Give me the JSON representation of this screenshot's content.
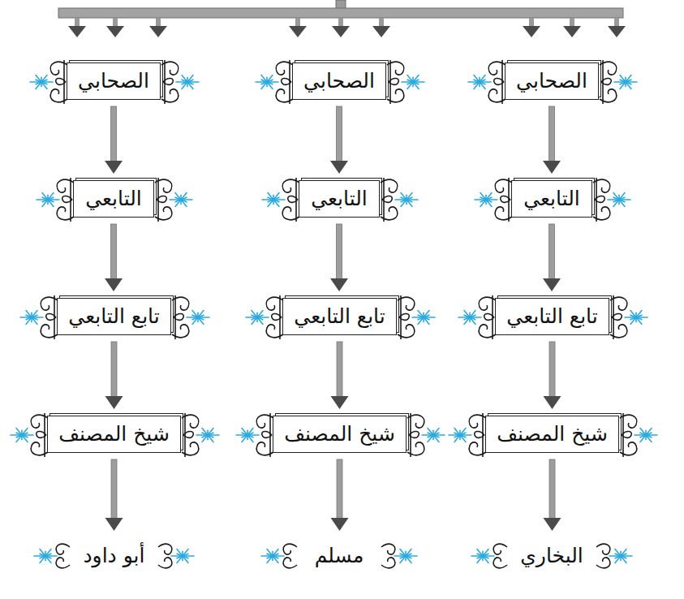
{
  "diagram": {
    "nodes": [
      {
        "text": [
          "الصحابي"
        ]
      },
      {
        "text": [
          "التابعي"
        ]
      },
      {
        "text": [
          "تابع التابعي"
        ]
      },
      {
        "text": [
          "شيخ المصنف"
        ]
      },
      {
        "text": [
          "البخاري"
        ]
      },
      {
        "text": [
          "الصحابي"
        ]
      },
      {
        "text": [
          "التابعي"
        ]
      },
      {
        "text": [
          "تابع التابعي"
        ]
      },
      {
        "text": [
          "شيخ المصنف"
        ]
      },
      {
        "text": [
          "مسلم"
        ]
      },
      {
        "text": [
          "الصحابي"
        ]
      },
      {
        "text": [
          "التابعي"
        ]
      },
      {
        "text": [
          "تابع التابعي"
        ]
      },
      {
        "text": [
          "شيخ المصنف"
        ]
      },
      {
        "text": [
          "أبو داود"
        ]
      }
    ],
    "edges": [
      {
        "from": 0,
        "to": 1,
        "arrow": "to"
      },
      {
        "from": 1,
        "to": 2,
        "arrow": "to"
      },
      {
        "from": 2,
        "to": 3,
        "arrow": "to"
      },
      {
        "from": 3,
        "to": 4,
        "arrow": "to"
      },
      {
        "from": 5,
        "to": 6,
        "arrow": "to"
      },
      {
        "from": 6,
        "to": 7,
        "arrow": "to"
      },
      {
        "from": 7,
        "to": 8,
        "arrow": "to"
      },
      {
        "from": 8,
        "to": 9,
        "arrow": "to"
      },
      {
        "from": 10,
        "to": 11,
        "arrow": "to"
      },
      {
        "from": 11,
        "to": 12,
        "arrow": "to"
      },
      {
        "from": 12,
        "to": 13,
        "arrow": "to"
      },
      {
        "from": 13,
        "to": 14,
        "arrow": "to"
      }
    ]
  }
}
